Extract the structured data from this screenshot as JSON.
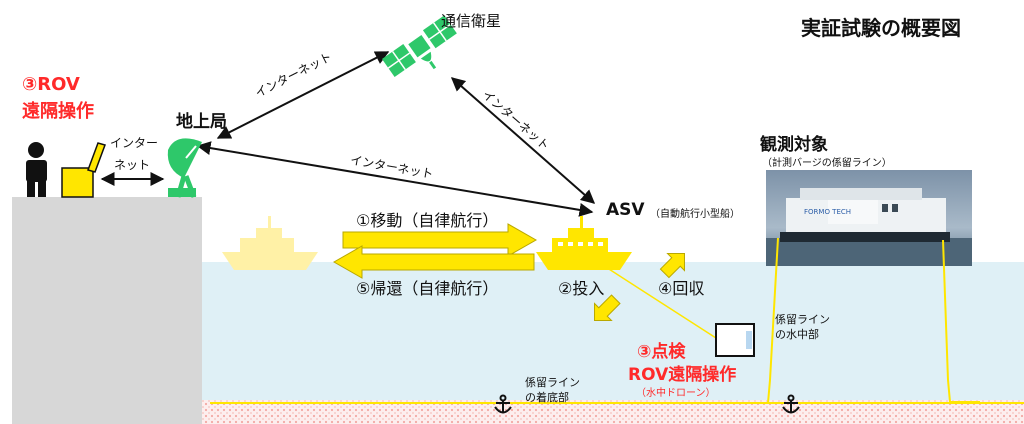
{
  "title": "実証試験の概要図",
  "satellite_label": "通信衛星",
  "ground_station_label": "地上局",
  "operator": {
    "line1": "③ROV",
    "line2": "遠隔操作"
  },
  "link_labels": {
    "station_satellite": "インターネット",
    "satellite_asv": "インターネット",
    "asv_station": "インターネット",
    "operator_station_line1": "インター",
    "operator_station_line2": "ネット"
  },
  "asv": {
    "label": "ASV",
    "sub": "（自動航行小型船）"
  },
  "target": {
    "title": "観測対象",
    "sub": "（計測バージの係留ライン）",
    "barge_text": "FORMO TECH"
  },
  "steps": {
    "move": "①移動（自律航行）",
    "return": "⑤帰還（自律航行）",
    "deploy": "②投入",
    "recover": "④回収",
    "inspect_line1": "③点検",
    "inspect_line2": "ROV遠隔操作",
    "inspect_sub": "（水中ドローン）"
  },
  "mooring_underwater": {
    "line1": "係留ライン",
    "line2": "の水中部"
  },
  "mooring_seabed": {
    "line1": "係留ライン",
    "line2": "の着底部"
  },
  "colors": {
    "sea": "#dff0f6",
    "seabed": "#fbe3e1",
    "ground": "#d7d7d7",
    "yellow": "#ffe600",
    "ghost_ship": "#fff1a6",
    "green": "#2ec86a",
    "red": "#ff2a2a"
  }
}
